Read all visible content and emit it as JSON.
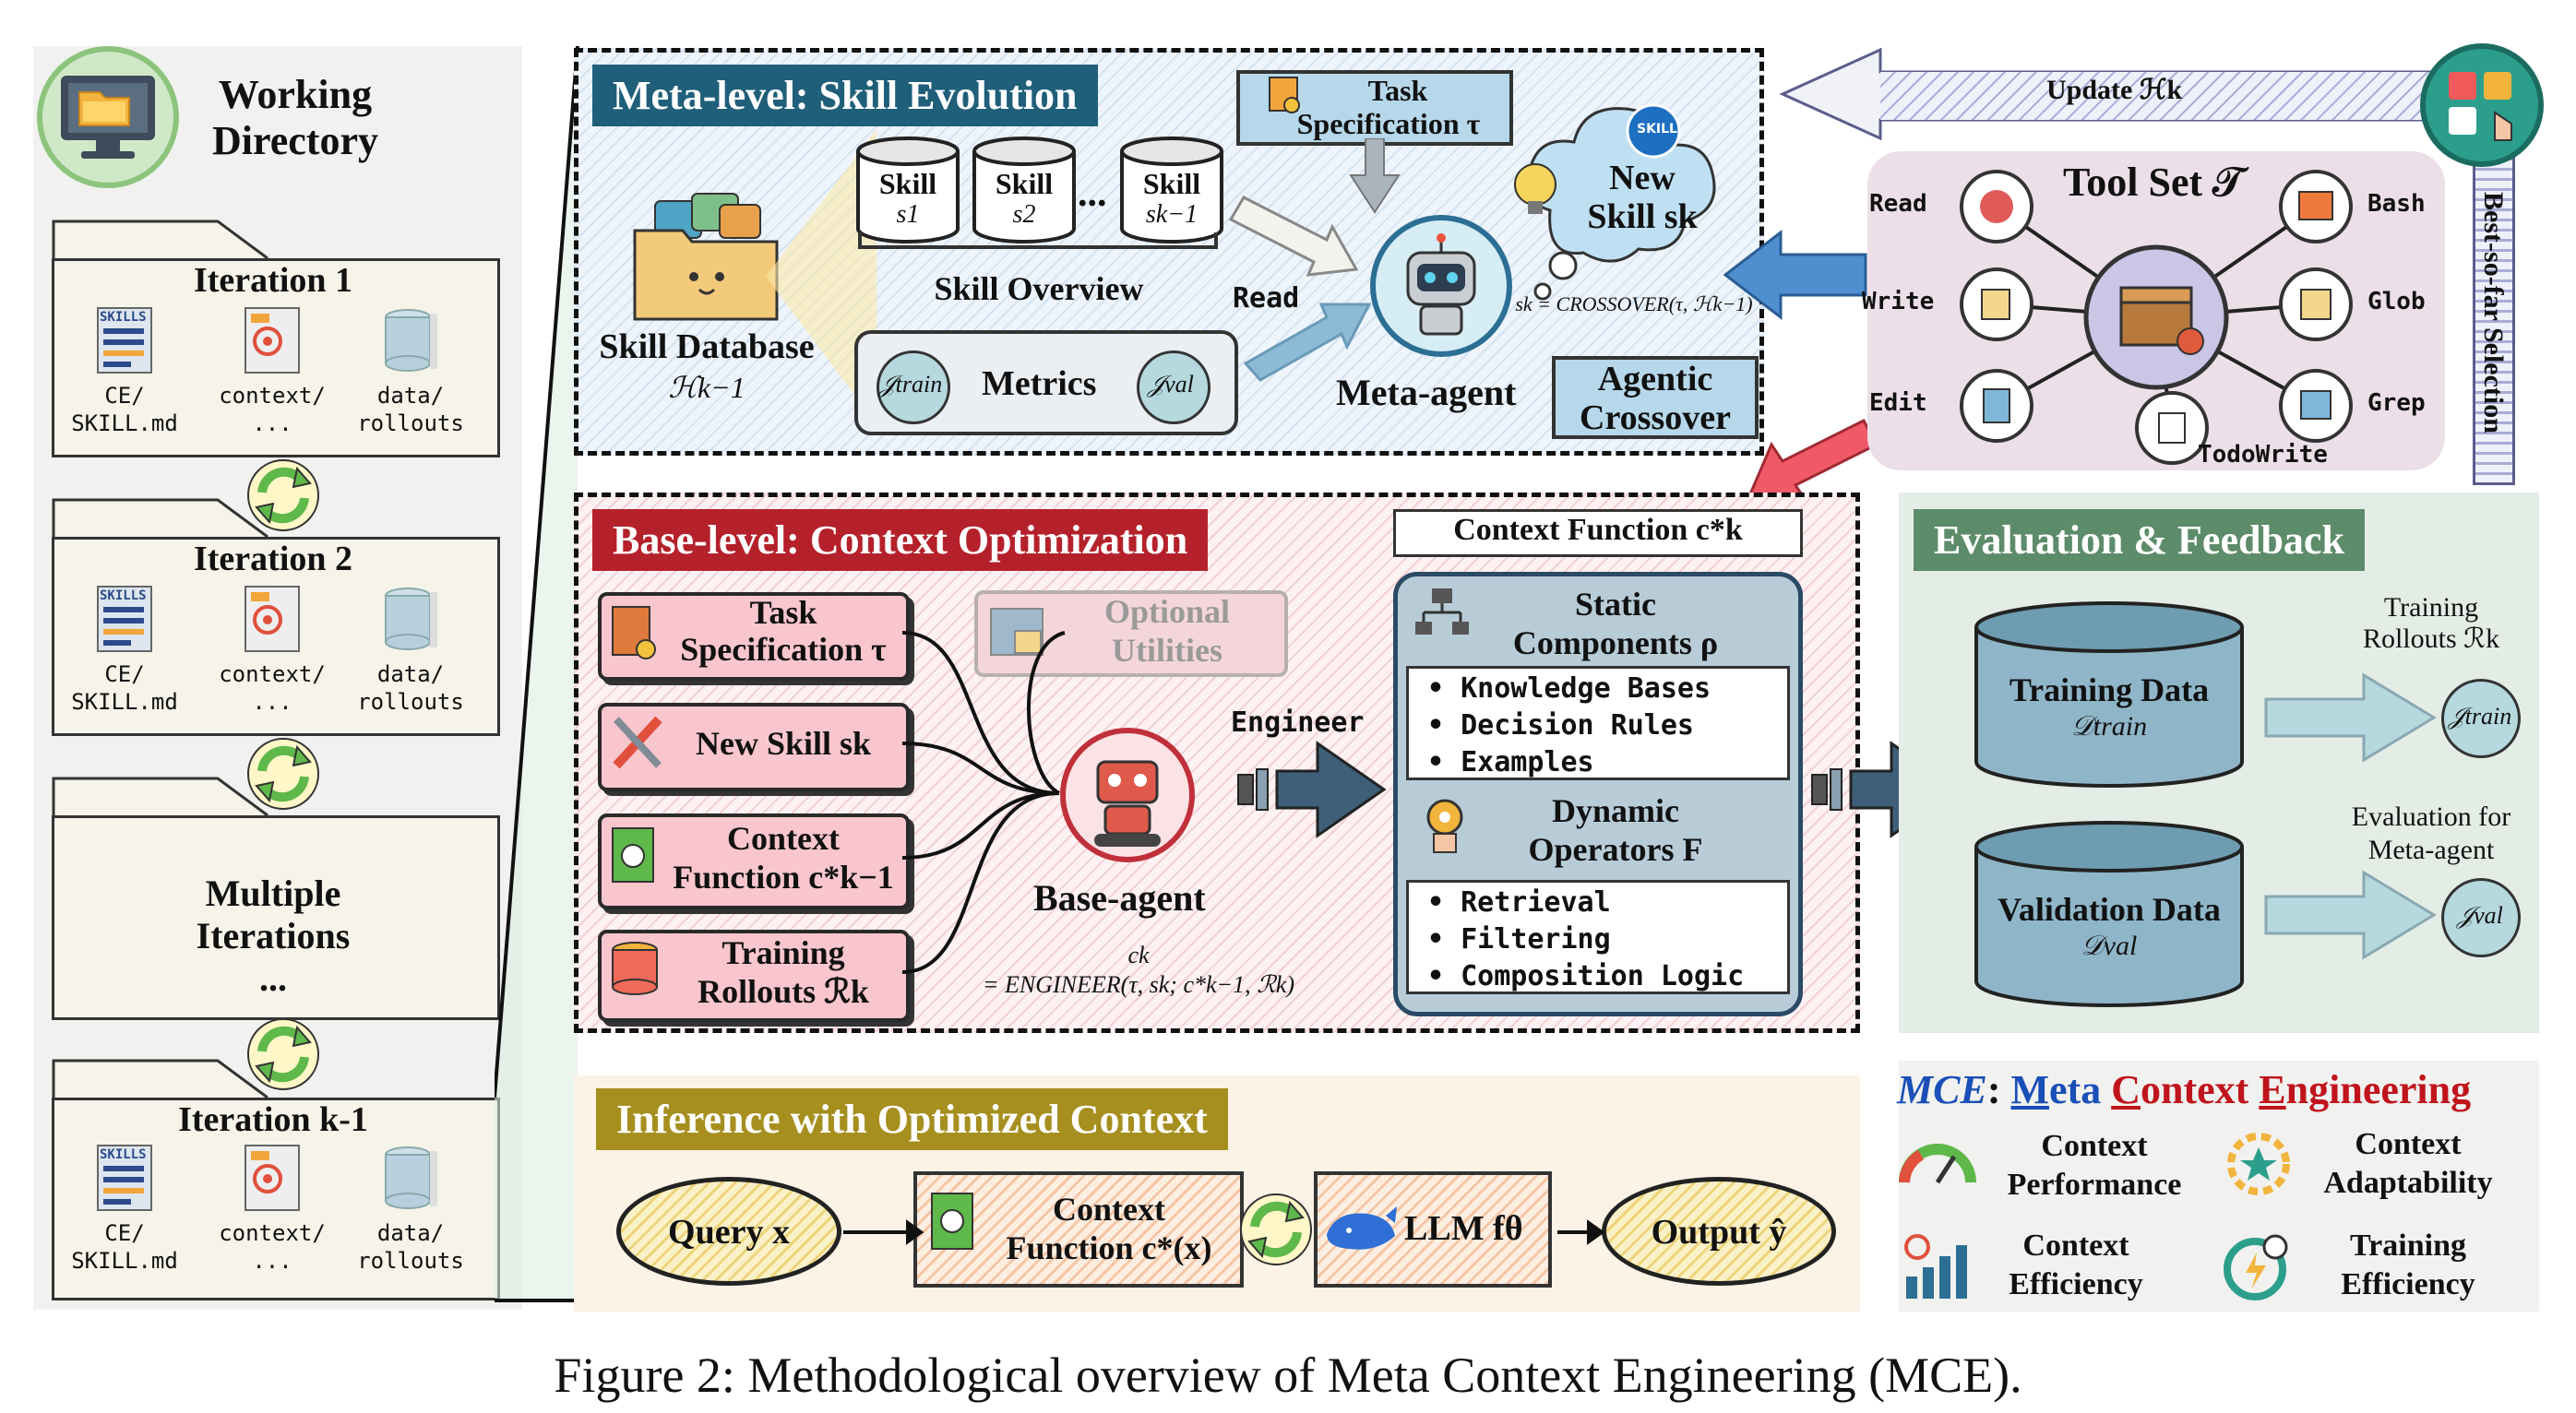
{
  "working_directory": {
    "title_line1": "Working",
    "title_line2": "Directory",
    "iterations": [
      {
        "title": "Iteration 1",
        "files": [
          "CE/",
          "SKILL.md",
          "context/",
          "...",
          "data/",
          "rollouts"
        ]
      },
      {
        "title": "Iteration 2",
        "files": [
          "CE/",
          "SKILL.md",
          "context/",
          "...",
          "data/",
          "rollouts"
        ]
      },
      {
        "title": "Iteration k-1",
        "files": [
          "CE/",
          "SKILL.md",
          "context/",
          "...",
          "data/",
          "rollouts"
        ]
      }
    ],
    "multiple_line1": "Multiple",
    "multiple_line2": "Iterations",
    "multiple_line3": "...",
    "skills_tag": "SKILLS"
  },
  "meta_level": {
    "title": "Meta-level:  Skill Evolution",
    "skill_label": "Skill",
    "skill_subs": [
      "s1",
      "s2",
      "sk−1"
    ],
    "ellipsis": "...",
    "skill_overview": "Skill Overview",
    "skill_database": "Skill Database",
    "skill_database_sym": "ℋk−1",
    "metrics": "Metrics",
    "j_train": "𝒥train",
    "j_val": "𝒥val",
    "task_spec_line1": "Task",
    "task_spec_line2": "Specification τ",
    "read": "Read",
    "meta_agent": "Meta-agent",
    "new_skill_line1": "New",
    "new_skill_line2": "Skill sk",
    "skill_badge": "SKILL",
    "crossover_formula": "sk = CROSSOVER(τ, ℋk−1)",
    "agentic_crossover_line1": "Agentic",
    "agentic_crossover_line2": "Crossover"
  },
  "update_arrow": "Update ℋk",
  "best_so_far": "Best-so-far Selection",
  "tool_set": {
    "title": "Tool Set 𝒯",
    "tools": [
      "Read",
      "Write",
      "Edit",
      "Bash",
      "Glob",
      "Grep",
      "TodoWrite"
    ]
  },
  "base_level": {
    "title": "Base-level:  Context Optimization",
    "cards": [
      {
        "line1": "Task",
        "line2": "Specification τ"
      },
      {
        "line1": "New Skill sk",
        "line2": ""
      },
      {
        "line1": "Context",
        "line2": "Function c*k−1"
      },
      {
        "line1": "Training",
        "line2": "Rollouts ℛk"
      }
    ],
    "optional_line1": "Optional",
    "optional_line2": "Utilities",
    "base_agent": "Base-agent",
    "engineer_formula_line1": "ck",
    "engineer_formula_line2": "= ENGINEER(τ, sk; c*k−1, ℛk)",
    "engineer_label": "Engineer"
  },
  "context_function": {
    "header": "Context Function c*k",
    "static_line1": "Static",
    "static_line2": "Components ρ",
    "static_items": [
      "Knowledge Bases",
      "Decision Rules",
      "Examples"
    ],
    "dynamic_line1": "Dynamic",
    "dynamic_line2": "Operators F",
    "dynamic_items": [
      "Retrieval",
      "Filtering",
      "Composition Logic"
    ]
  },
  "evaluation": {
    "title": "Evaluation & Feedback",
    "training_data": "Training Data",
    "training_data_sym": "𝒟train",
    "validation_data": "Validation Data",
    "validation_data_sym": "𝒟val",
    "training_rollouts_line1": "Training",
    "training_rollouts_line2": "Rollouts ℛk",
    "eval_meta_line1": "Evaluation for",
    "eval_meta_line2": "Meta-agent",
    "j_train": "𝒥train",
    "j_val": "𝒥val"
  },
  "inference": {
    "title": "Inference with Optimized Context",
    "query": "Query x",
    "context_line1": "Context",
    "context_line2": "Function c*(x)",
    "llm": "LLM fθ",
    "output": "Output ŷ"
  },
  "mce": {
    "title_mce": "MCE",
    "title_colon": ":",
    "title_rest_parts": [
      {
        "first": "M",
        "rest": "eta"
      },
      {
        "first": "C",
        "rest": "ontext"
      },
      {
        "first": "E",
        "rest": "ngineering"
      }
    ],
    "benefits": [
      {
        "line1": "Context",
        "line2": "Performance"
      },
      {
        "line1": "Context",
        "line2": "Adaptability"
      },
      {
        "line1": "Context",
        "line2": "Efficiency"
      },
      {
        "line1": "Training",
        "line2": "Efficiency"
      }
    ]
  },
  "caption": "Figure 2: Methodological overview of Meta Context Engineering (MCE).",
  "colors": {
    "meta_title_bg": "#1f5f7a",
    "base_title_bg": "#b5212b",
    "eval_title_bg": "#5d8c6a",
    "inference_title_bg": "#a68f1f",
    "mce_blue": "#1a4fb8",
    "mce_red": "#c0141c"
  }
}
